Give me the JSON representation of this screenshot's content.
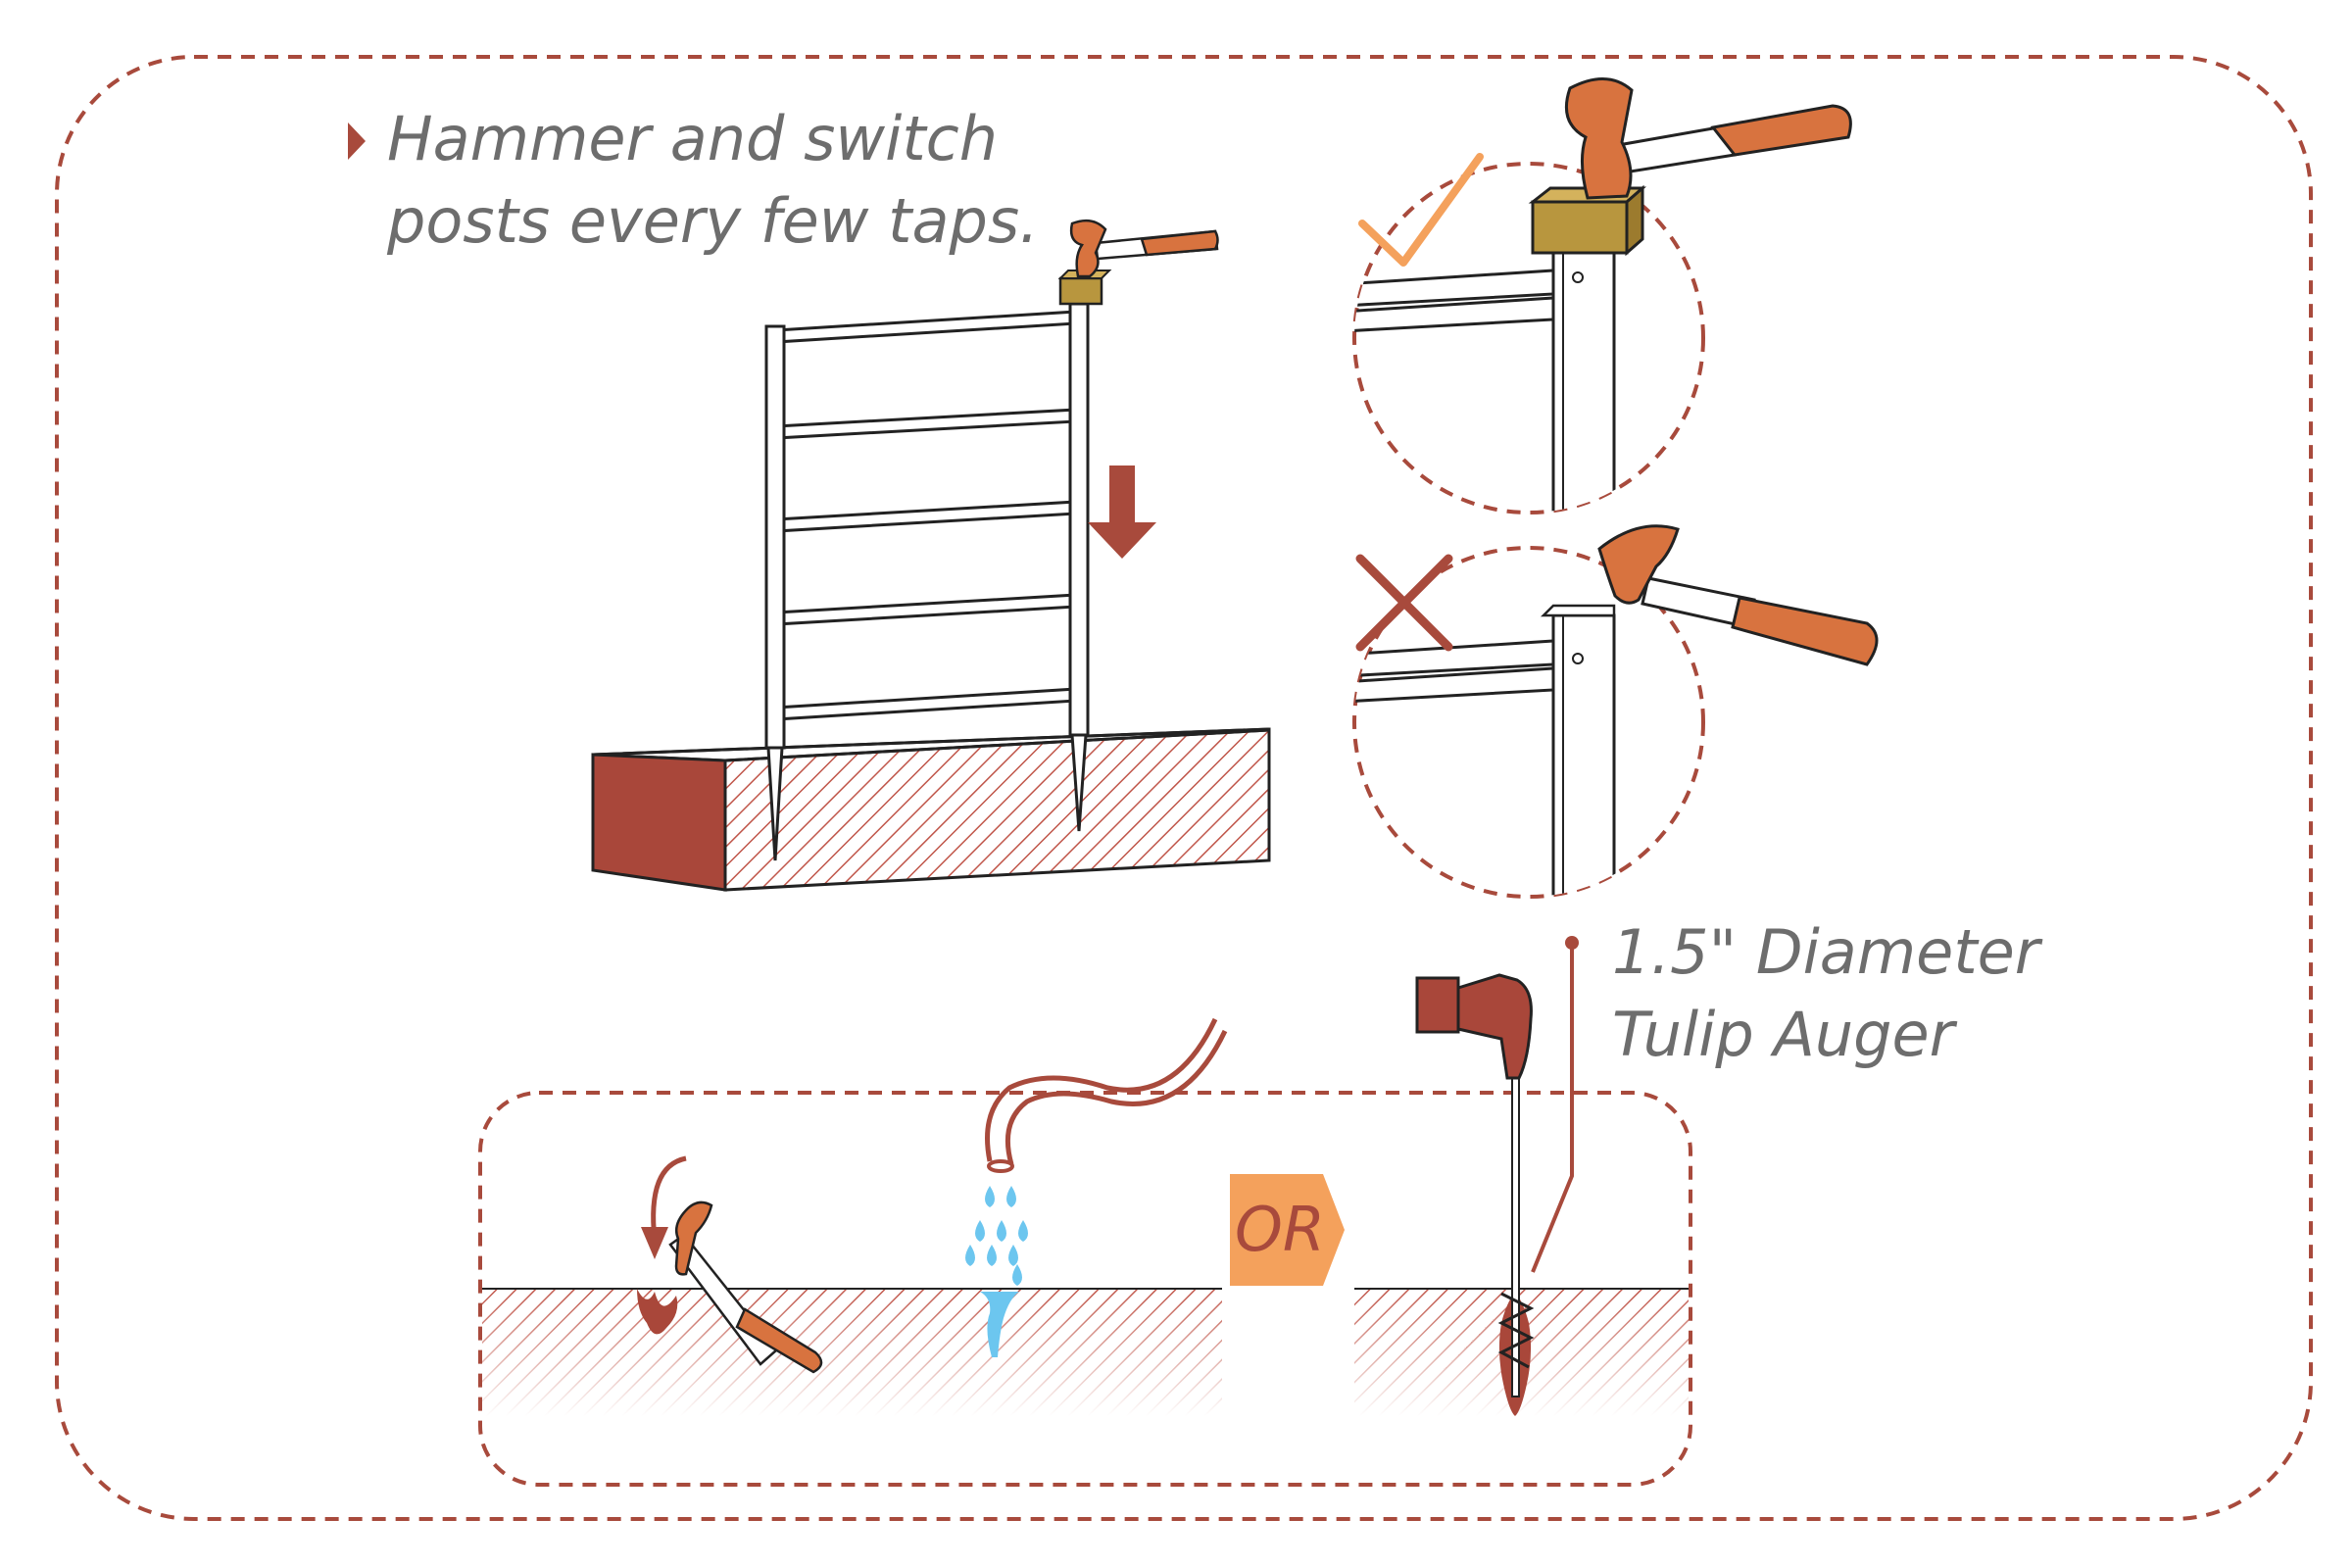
{
  "instruction": {
    "line1": "Hammer and switch",
    "line2": "posts every few taps."
  },
  "auger": {
    "line1": "1.5\" Diameter",
    "line2": "Tulip Auger"
  },
  "or_label": "OR",
  "colors": {
    "border": "#a84a3c",
    "soil": "#a9473a",
    "hammer_orange": "#d8733f",
    "tag_orange": "#f4a15c",
    "wood_block": "#b8963e",
    "check": "#f4a15c",
    "cross": "#a84a3c",
    "water": "#6cc6ef",
    "text_gray": "#6d6d6d"
  }
}
